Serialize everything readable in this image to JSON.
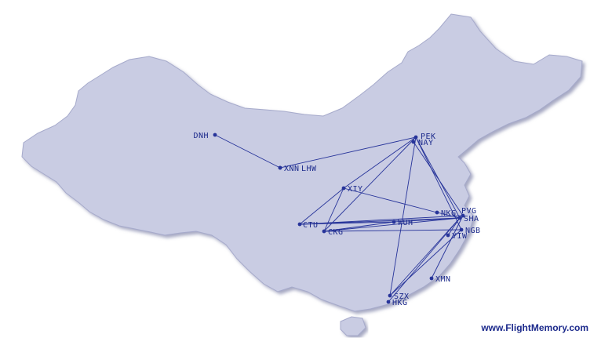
{
  "credit": "www.FlightMemory.com",
  "colors": {
    "land": "#c9cce3",
    "land_shadow": "#8f93b3",
    "route": "#27349a",
    "label": "#1c2a8c",
    "background": "#ffffff"
  },
  "airports": [
    {
      "code": "DNH"
    },
    {
      "code": "XNN"
    },
    {
      "code": "LHW"
    },
    {
      "code": "PEK"
    },
    {
      "code": "NAY"
    },
    {
      "code": "XIY"
    },
    {
      "code": "NKG"
    },
    {
      "code": "SHA"
    },
    {
      "code": "PVG"
    },
    {
      "code": "CTU"
    },
    {
      "code": "CKG"
    },
    {
      "code": "WUH"
    },
    {
      "code": "NGB"
    },
    {
      "code": "YIW"
    },
    {
      "code": "XMN"
    },
    {
      "code": "SZX"
    },
    {
      "code": "HKG"
    }
  ]
}
